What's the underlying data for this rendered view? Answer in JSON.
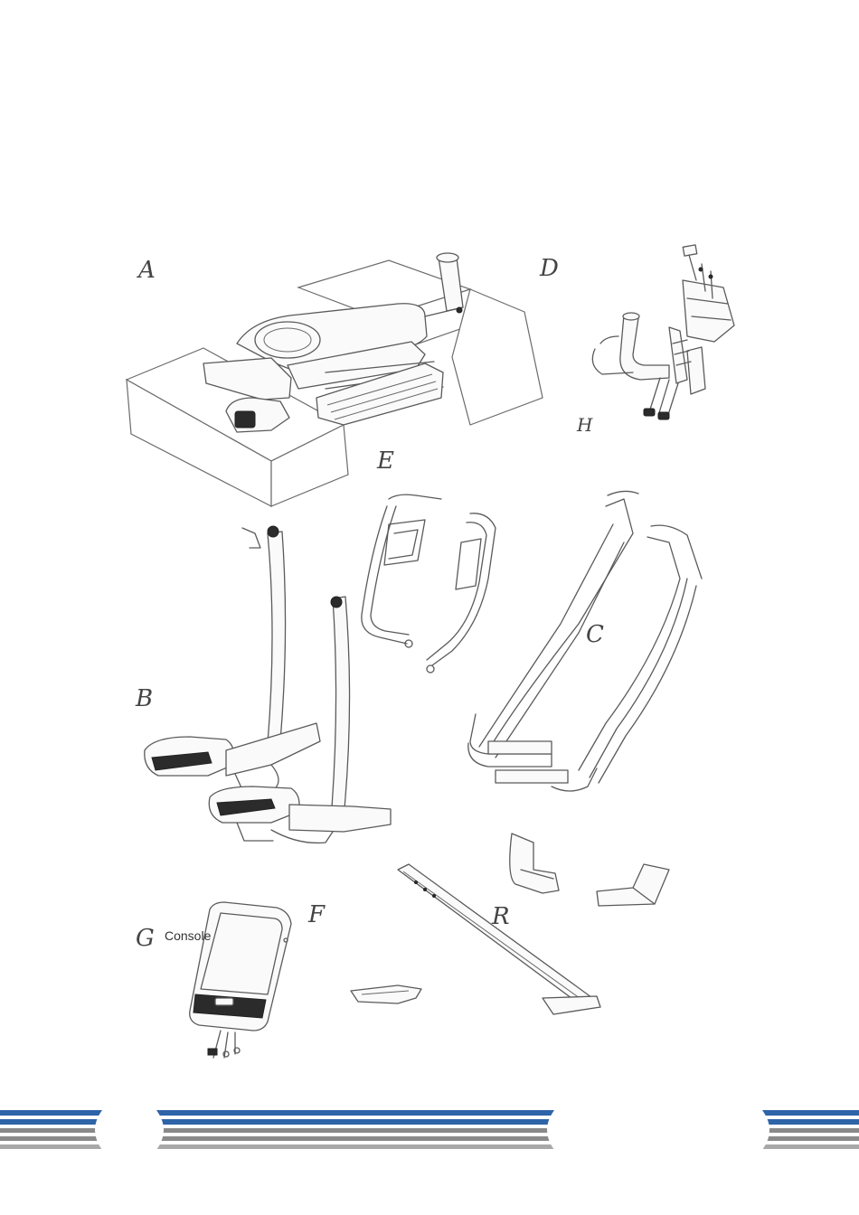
{
  "parts": {
    "a": "A",
    "b": "B",
    "c": "C",
    "d": "D",
    "e": "E",
    "f": "F",
    "g": "G",
    "h": "H",
    "r": "R"
  },
  "console_label": "Console",
  "colors": {
    "stripe_blue": "#2e64a8",
    "stripe_grey": "#8a8a8a",
    "line": "#5a5a5a"
  }
}
